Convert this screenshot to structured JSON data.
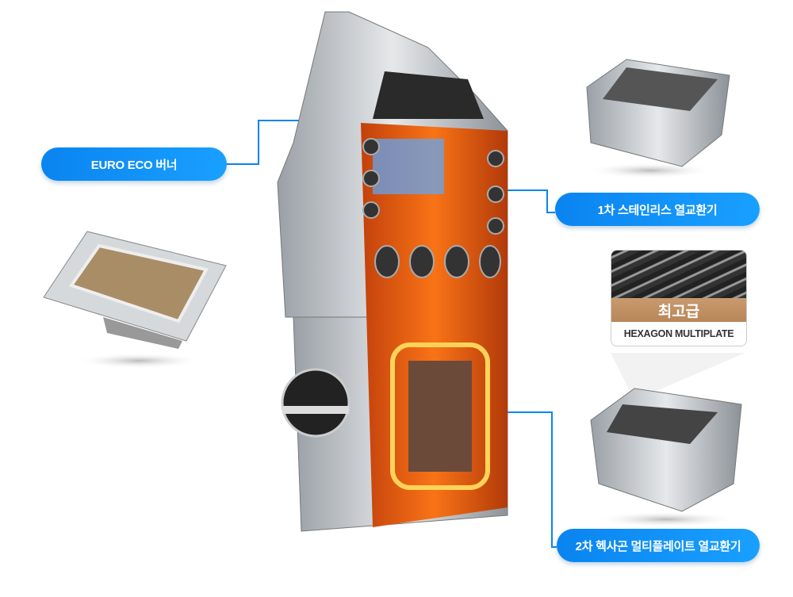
{
  "labels": {
    "burner": "EURO ECO 버너",
    "primary_exchanger": "1차 스테인리스 열교환기",
    "secondary_exchanger": "2차 헥사곤 멀티플레이트 열교환기"
  },
  "badge": {
    "grade": "최고급",
    "name": "HEXAGON MULTIPLATE"
  },
  "colors": {
    "accent": "#0a84f0",
    "badge_brown": "#c0905f"
  }
}
